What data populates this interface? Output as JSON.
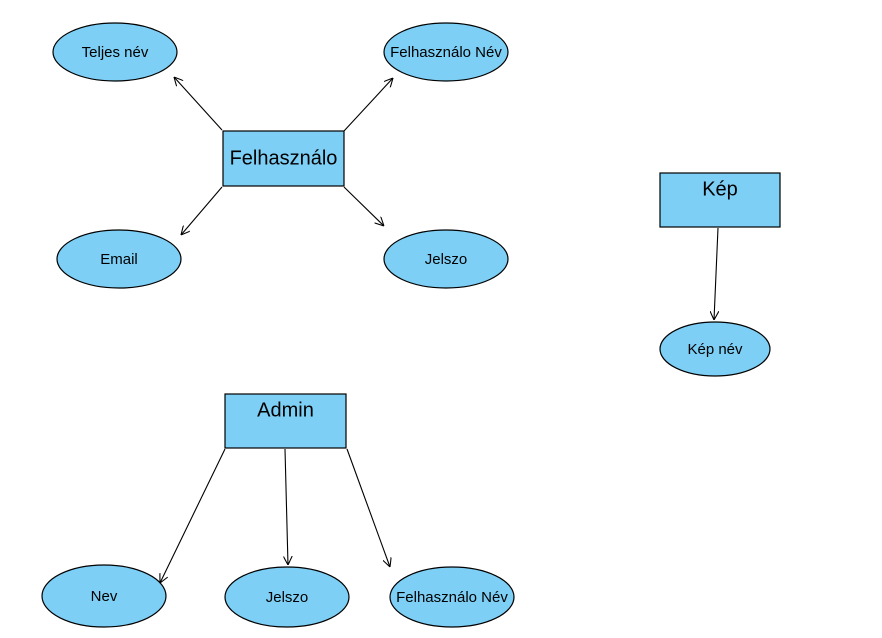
{
  "colors": {
    "shape_fill": "#7dcff5",
    "stroke": "#000000"
  },
  "entities": [
    {
      "id": "felhasznalo",
      "label": "Felhasználo",
      "attributes": [
        {
          "id": "teljes-nev",
          "label": "Teljes név"
        },
        {
          "id": "felhasznalo-nev",
          "label": "Felhasználo Név"
        },
        {
          "id": "email",
          "label": "Email"
        },
        {
          "id": "jelszo",
          "label": "Jelszo"
        }
      ]
    },
    {
      "id": "kep",
      "label": "Kép",
      "attributes": [
        {
          "id": "kep-nev",
          "label": "Kép név"
        }
      ]
    },
    {
      "id": "admin",
      "label": "Admin",
      "attributes": [
        {
          "id": "nev",
          "label": "Nev"
        },
        {
          "id": "jelszo",
          "label": "Jelszo"
        },
        {
          "id": "felhasznalo-nev",
          "label": "Felhasználo Név"
        }
      ]
    }
  ]
}
